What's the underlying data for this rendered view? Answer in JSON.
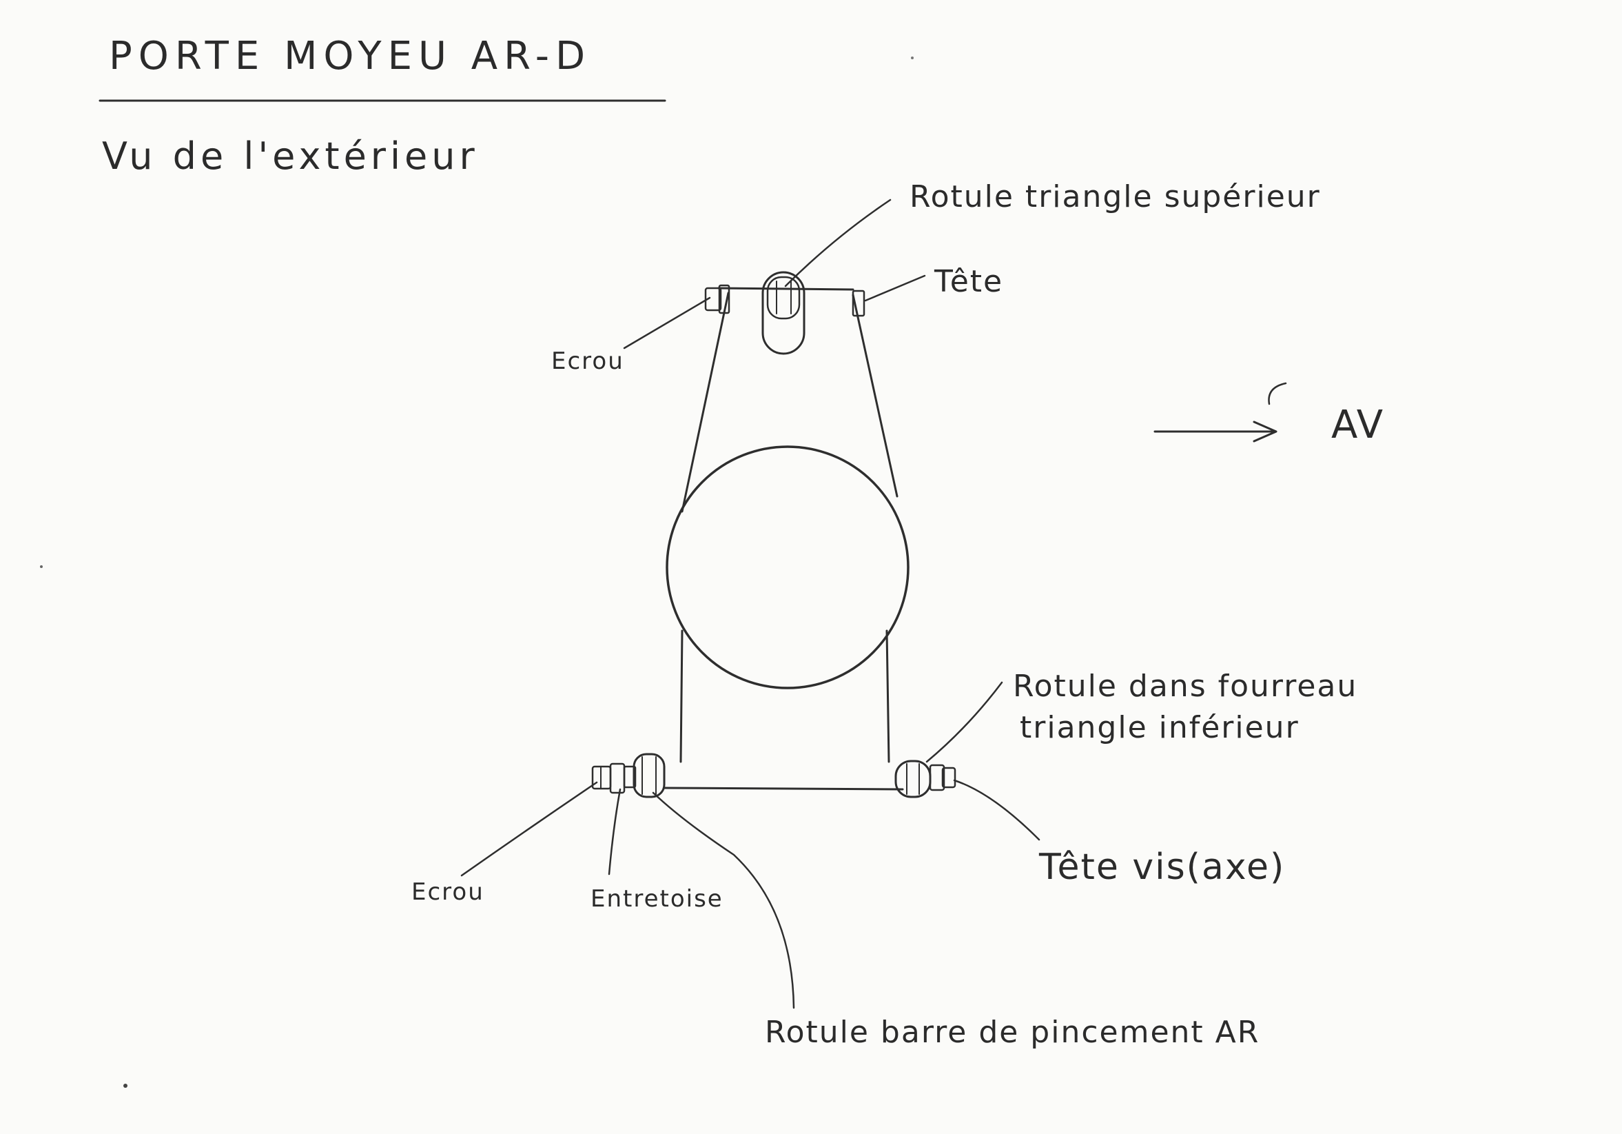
{
  "drawing": {
    "title": "PORTE MOYEU AR-D",
    "subtitle": "Vu de l'extérieur",
    "direction_label": "AV",
    "labels": {
      "upper_ball_joint": "Rotule triangle supérieur",
      "upper_head": "Tête",
      "upper_nut": "Ecrou",
      "lower_ball_joint_line1": "Rotule dans fourreau",
      "lower_ball_joint_line2": "triangle inférieur",
      "lower_screw_head": "Tête vis(axe)",
      "lower_nut": "Ecrou",
      "spacer": "Entretoise",
      "toe_rod_joint": "Rotule barre de pincement AR"
    }
  },
  "colors": {
    "paper": "#fbfbf9",
    "ink": "#2e2e2e"
  }
}
